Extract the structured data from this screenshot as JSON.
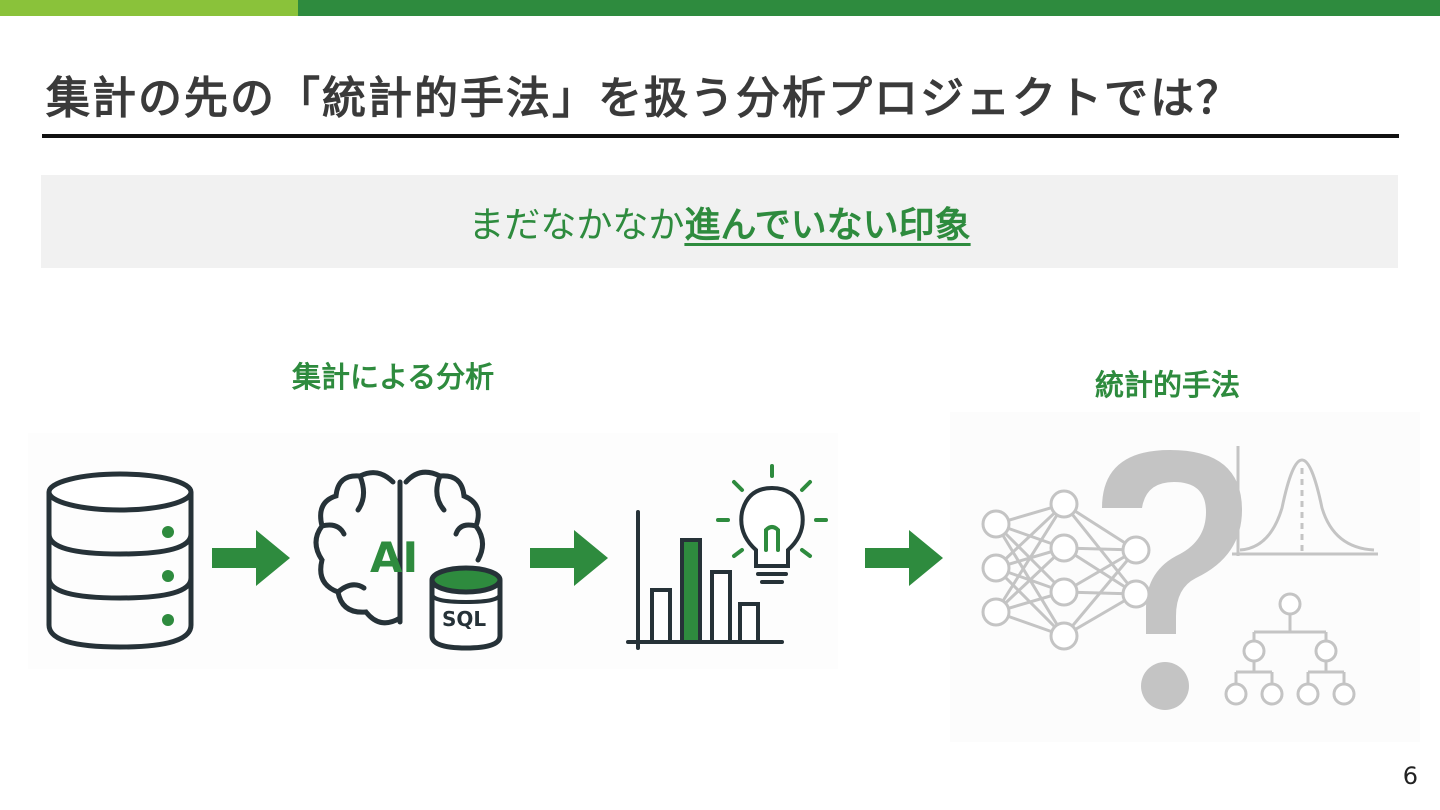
{
  "slide": {
    "title": "集計の先の「統計的手法」を扱う分析プロジェクトでは？",
    "banner": {
      "plain": "まだなかなか",
      "emphasis": "進んでいない印象"
    },
    "left_heading": "集計による分析",
    "right_heading": "統計的手法",
    "ai_label": "AI",
    "sql_label": "SQL",
    "page_number": "6"
  },
  "colors": {
    "green": "#2e8b3e",
    "light_green": "#8ac23a",
    "dark": "#263238",
    "gray": "#bdbdbd"
  },
  "icons": [
    "database-icon",
    "arrow-right-icon",
    "brain-ai-icon",
    "sql-database-icon",
    "bar-chart-icon",
    "lightbulb-icon",
    "neural-network-icon",
    "question-mark-icon",
    "normal-distribution-icon",
    "decision-tree-icon"
  ]
}
